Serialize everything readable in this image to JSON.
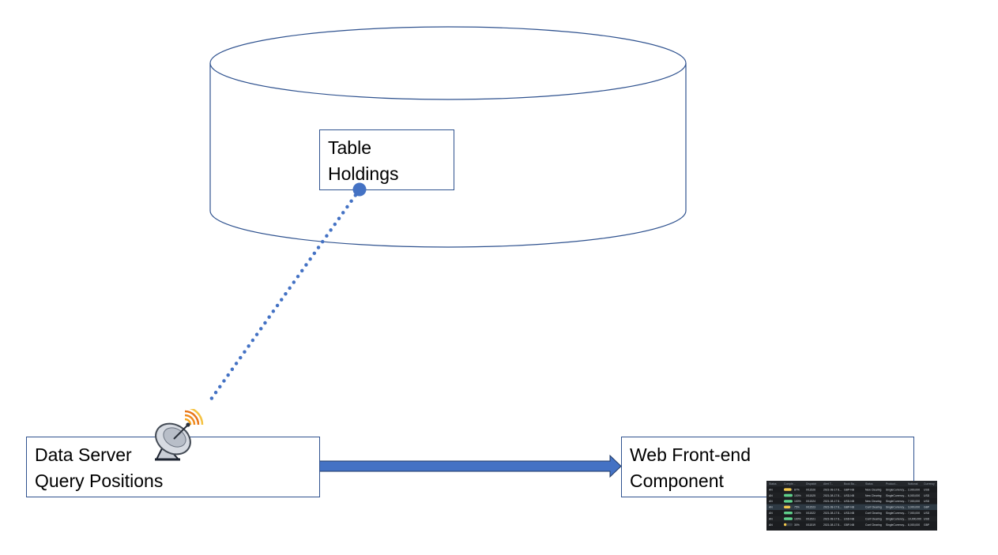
{
  "diagram": {
    "database": {
      "table_box": {
        "lines": [
          "Table",
          "Holdings"
        ]
      }
    },
    "data_server": {
      "lines": [
        "Data Server",
        "Query Positions"
      ]
    },
    "web_frontend": {
      "lines": [
        "Web Front-end",
        "Component"
      ]
    },
    "colors": {
      "outline": "#2f528f",
      "accent": "#4472c4",
      "dish_orange": "#f5a623"
    },
    "icons": {
      "satellite": "satellite-dish-icon",
      "thumbnail": "grid-table-thumbnail"
    },
    "thumbnail_grid": {
      "headers": [
        "Status",
        "Comple...",
        "Dispatch",
        "Alert T...",
        "Book Ba...",
        "Status",
        "Product...",
        "Notional",
        "Currency"
      ],
      "rows": [
        [
          "AN",
          "87%",
          "0/11526",
          "2021-08-17 8...",
          "GBP-NB",
          "New Clearing",
          "SingleCurrency...",
          "2,000,000",
          "USD"
        ],
        [
          "AN",
          "100%",
          "0/11525",
          "2021-08-17 8...",
          "USD-NB",
          "New Clearing",
          "SingleCurrency...",
          "6,000,000",
          "USD"
        ],
        [
          "AN",
          "100%",
          "0/11524",
          "2021-08-17 8...",
          "USD-NB",
          "New Clearing",
          "SingleCurrency...",
          "7,000,000",
          "USD"
        ],
        [
          "AN",
          "75%",
          "0/11523",
          "2021-08-17 8...",
          "GBP-NB",
          "Conf Clearing",
          "SingleCurrency...",
          "3,000,000",
          "GBP"
        ],
        [
          "AN",
          "100%",
          "0/11522",
          "2021-08-17 8...",
          "USD-NB",
          "Conf Clearing",
          "SingleCurrency...",
          "7,000,000",
          "USD"
        ],
        [
          "AN",
          "100%",
          "0/11521",
          "2021-08-17 8...",
          "USD-NB",
          "Conf Clearing",
          "SingleCurrency...",
          "10,000,000",
          "USD"
        ],
        [
          "AN",
          "30%",
          "0/11519",
          "2021-08-17 8...",
          "GBP-NB",
          "Conf Clearing",
          "SingleCurrency...",
          "8,000,000",
          "GBP"
        ]
      ]
    }
  }
}
